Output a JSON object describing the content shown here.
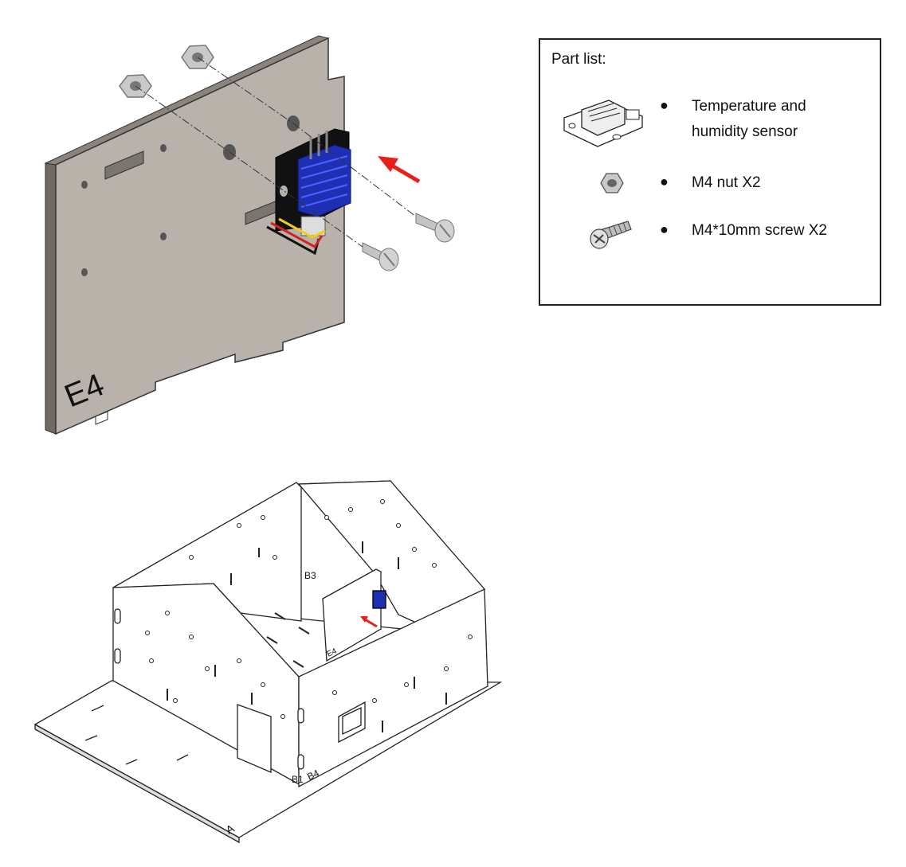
{
  "top_panel": {
    "label": "E4"
  },
  "part_list": {
    "title": "Part list:",
    "items": [
      {
        "icon": "temperature-humidity-sensor-icon",
        "text_lines": [
          "Temperature and",
          "humidity sensor"
        ]
      },
      {
        "icon": "m4-nut-icon",
        "text_lines": [
          "M4 nut X2"
        ]
      },
      {
        "icon": "m4-screw-icon",
        "text_lines": [
          "M4*10mm screw X2"
        ]
      }
    ]
  },
  "assembly": {
    "labels": {
      "b3": "B3",
      "e4": "E4",
      "b1": "B1",
      "b4": "B4",
      "a": "A"
    }
  },
  "colors": {
    "panel": "#b8b2aa",
    "panel_edge": "#6f6a64",
    "sensor_blue": "#1f2fb3",
    "arrow": "#e8201a",
    "wire_red": "#d62020",
    "wire_yellow": "#f2cc1a"
  }
}
